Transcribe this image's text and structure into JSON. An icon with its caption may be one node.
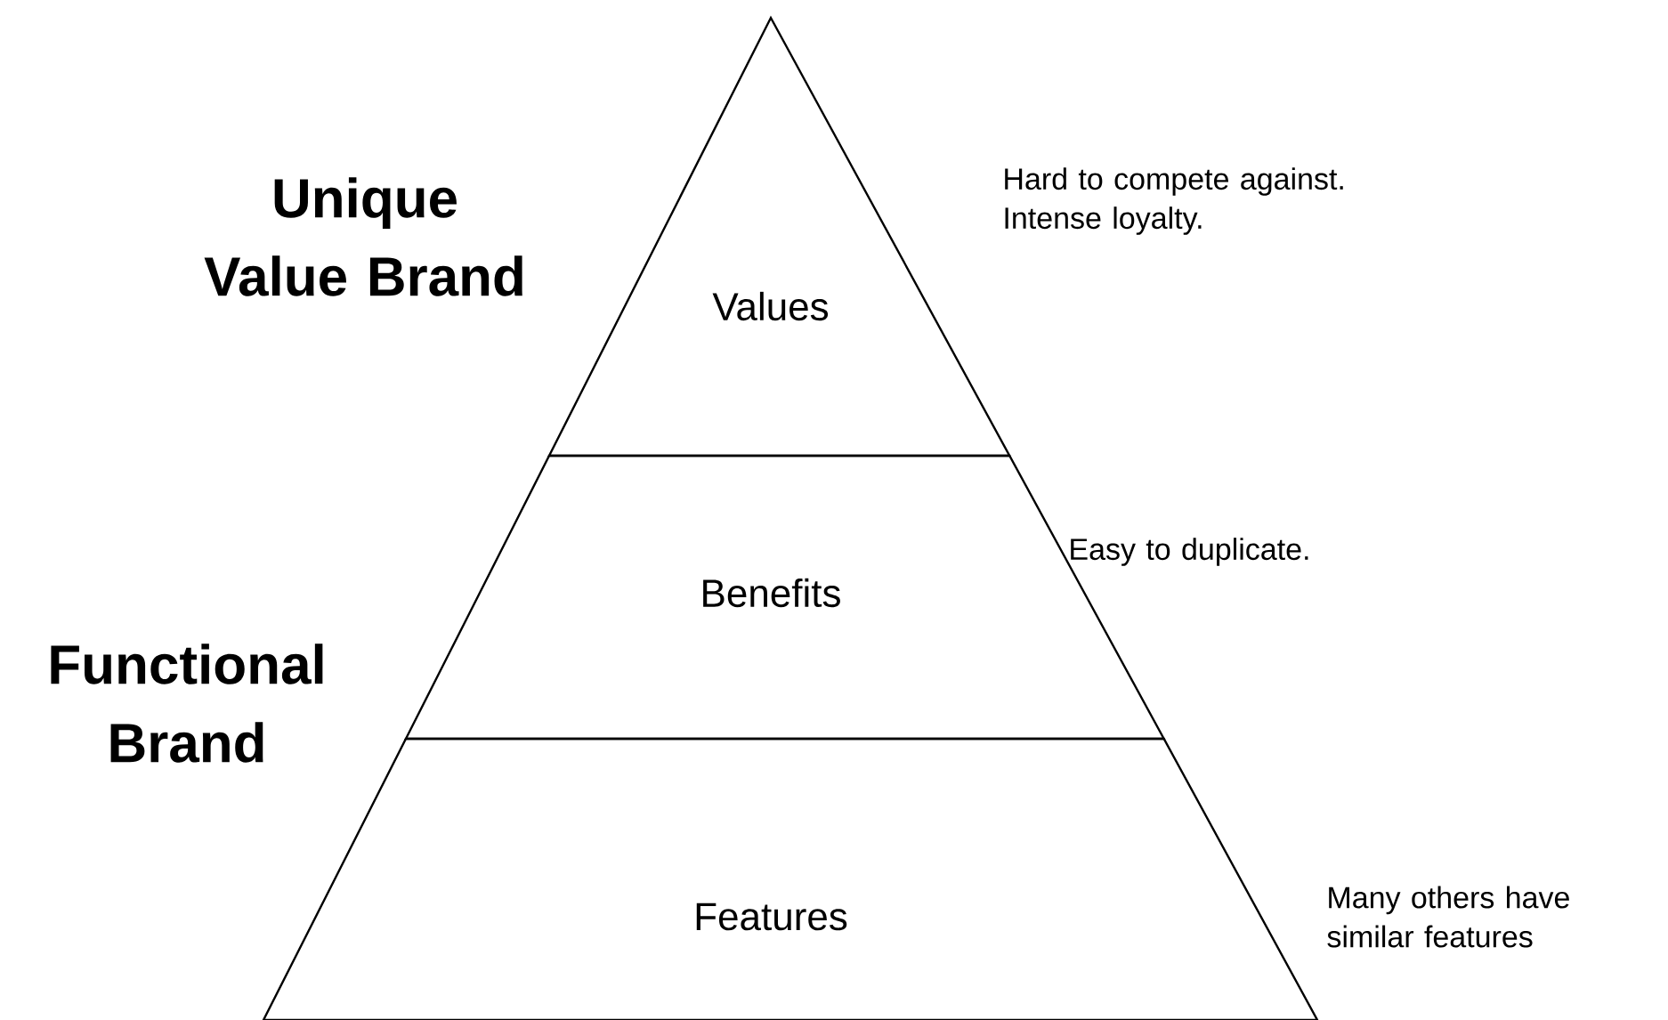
{
  "diagram": {
    "nodes": [
      {
        "text": [
          "Values"
        ],
        "beside": [
          "Hard to compete against. Intense loyalty."
        ]
      },
      {
        "text": [
          "Benefits"
        ],
        "beside": [
          "Easy to duplicate."
        ]
      },
      {
        "text": [
          "Features"
        ],
        "beside": [
          "Many others have similar features"
        ]
      }
    ],
    "labels": [
      "Unique Value Brand",
      "Functional Brand"
    ]
  }
}
